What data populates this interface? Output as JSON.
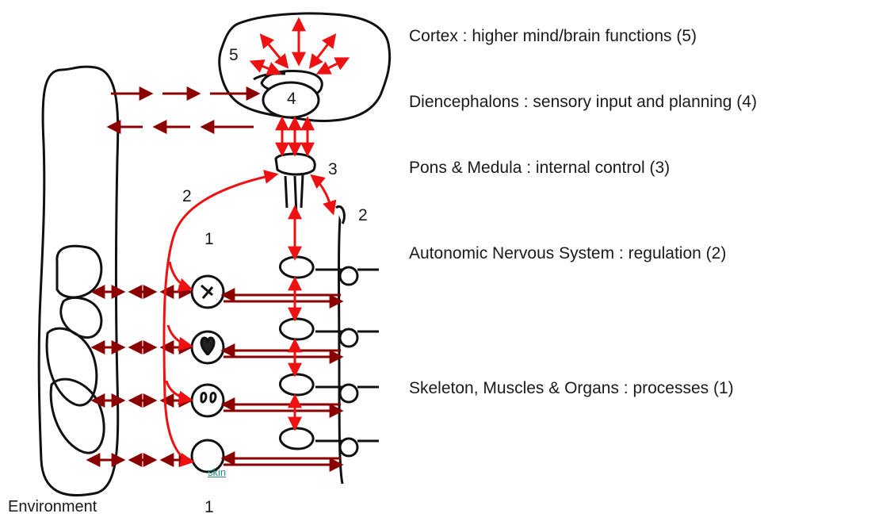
{
  "legend": {
    "cortex": "Cortex : higher mind/brain functions (5)",
    "diencephalons": "Diencephalons : sensory input and planning (4)",
    "pons_medula": "Pons & Medula : internal control (3)",
    "autonomic": "Autonomic Nervous System : regulation (2)",
    "skeleton": "Skeleton, Muscles & Organs : processes (1)"
  },
  "diagram": {
    "environment_label": "Environment",
    "level_5": "5",
    "level_4": "4",
    "level_3": "3",
    "level_2_left": "2",
    "level_2_right": "2",
    "level_1_top": "1",
    "level_1_bottom": "1",
    "skin_label": "skin"
  },
  "colors": {
    "arrow_red": "#ee1111",
    "arrow_darkred": "#8b0000",
    "line": "#111111"
  }
}
